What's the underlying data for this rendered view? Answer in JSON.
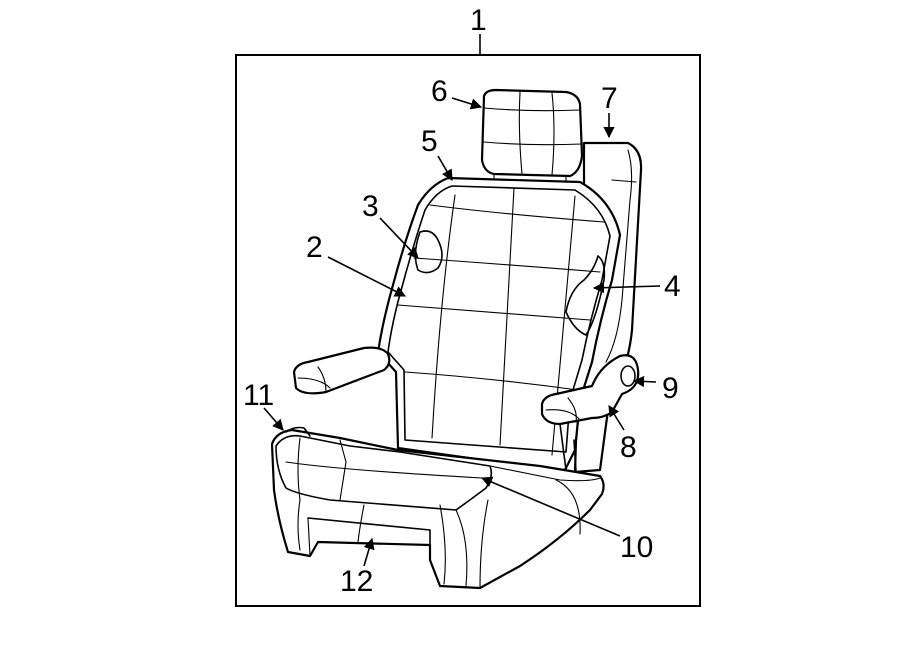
{
  "diagram": {
    "callouts": {
      "c1": "1",
      "c2": "2",
      "c3": "3",
      "c4": "4",
      "c5": "5",
      "c6": "6",
      "c7": "7",
      "c8": "8",
      "c9": "9",
      "c10": "10",
      "c11": "11",
      "c12": "12"
    }
  }
}
